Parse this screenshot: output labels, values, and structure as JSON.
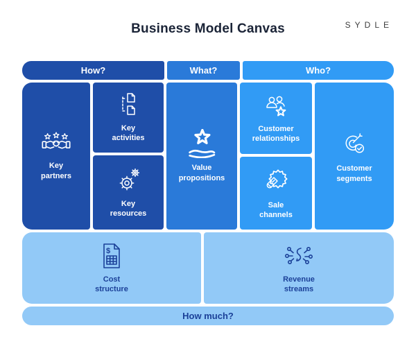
{
  "colors": {
    "dark_blue": "#1f4ea8",
    "mid_blue": "#2a7ad9",
    "bright_blue": "#319bf5",
    "pale_blue": "#92c9f7",
    "navy": "#1b4098",
    "title_color": "#1b2437",
    "brand_color": "#3d3d3d"
  },
  "header": {
    "title": "Business Model Canvas",
    "brand": "SYDLE"
  },
  "question_bar": {
    "how": "How?",
    "what": "What?",
    "who": "Who?"
  },
  "blocks": {
    "key_partners": "Key\npartners",
    "key_activities": "Key\nactivities",
    "key_resources": "Key\nresources",
    "value_propositions": "Value\npropositions",
    "customer_relationships": "Customer\nrelationships",
    "sale_channels": "Sale\nchannels",
    "customer_segments": "Customer\nsegments",
    "cost_structure": "Cost\nstructure",
    "revenue_streams": "Revenue\nstreams"
  },
  "footer": {
    "how_much": "How much?"
  },
  "icons": {
    "key_partners": "handshake-stars-icon",
    "key_activities": "documents-flow-icon",
    "key_resources": "gears-icon",
    "value_propositions": "hand-star-icon",
    "customer_relationships": "people-star-icon",
    "sale_channels": "megaphone-burst-icon",
    "customer_segments": "target-check-icon",
    "cost_structure": "invoice-dollar-icon",
    "revenue_streams": "dollar-network-icon"
  }
}
